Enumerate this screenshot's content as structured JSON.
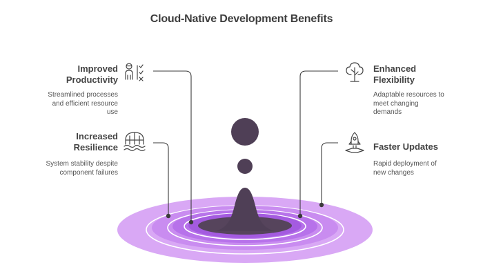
{
  "title": "Cloud-Native Development Benefits",
  "benefits": {
    "productivity": {
      "line1": "Improved",
      "line2": "Productivity",
      "desc1": "Streamlined processes",
      "desc2": "and efficient resource",
      "desc3": "use",
      "icon": "person-checklist-icon"
    },
    "resilience": {
      "line1": "Increased",
      "line2": "Resilience",
      "desc1": "System stability despite",
      "desc2": "component failures",
      "icon": "dome-waves-icon"
    },
    "flexibility": {
      "line1": "Enhanced",
      "line2": "Flexibility",
      "desc1": "Adaptable resources to",
      "desc2": "meet changing",
      "desc3": "demands",
      "icon": "tree-icon"
    },
    "updates": {
      "line1": "Faster Updates",
      "desc1": "Rapid deployment of",
      "desc2": "new changes",
      "icon": "rocket-icon"
    }
  },
  "colors": {
    "ring_outer": "#D9A8F5",
    "ring_2": "#C98CF0",
    "ring_3": "#B772EA",
    "ring_4": "#A45BE0",
    "ring_center": "#56445C",
    "drop": "#4F3F56",
    "connector": "#3a3a3a",
    "text_heading": "#444444",
    "text_body": "#555555"
  }
}
